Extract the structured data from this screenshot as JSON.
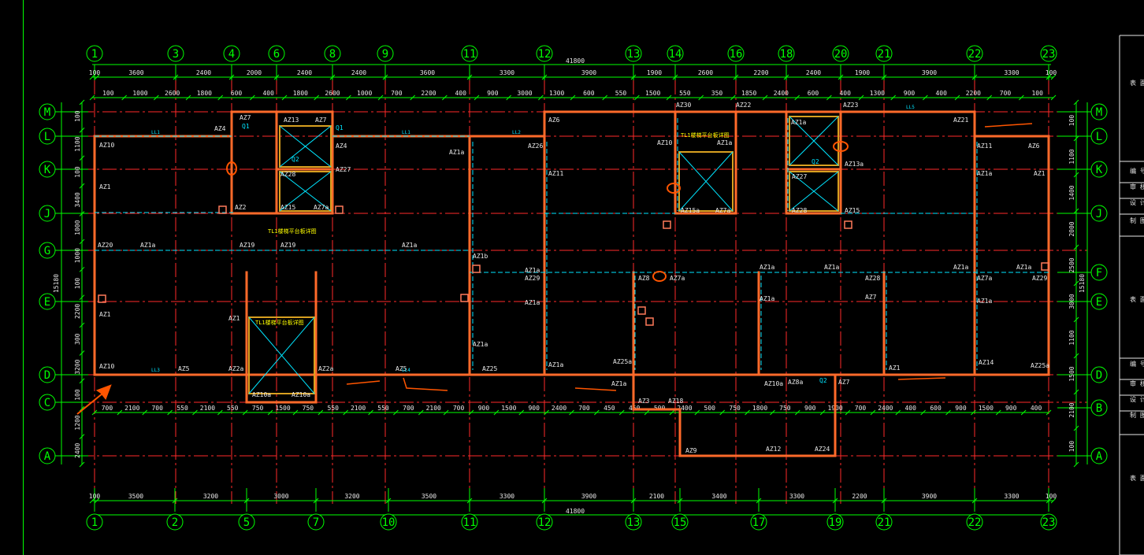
{
  "colors": {
    "background": "#000000",
    "axis": "#00ff00",
    "grid": "#ff2a2a",
    "wall": "#ff6a2a",
    "wall_fill": "#d8a020",
    "cyan": "#00e5ff",
    "yellow": "#ffff00",
    "markup": "#ff5500",
    "white": "#e8e8e8"
  },
  "axes": {
    "top": [
      "1",
      "3",
      "4",
      "6",
      "8",
      "9",
      "11",
      "12",
      "13",
      "14",
      "16",
      "18",
      "20",
      "21",
      "22",
      "23"
    ],
    "bottom": [
      "1",
      "2",
      "5",
      "7",
      "10",
      "11",
      "12",
      "13",
      "15",
      "17",
      "19",
      "21",
      "22",
      "23"
    ],
    "left": [
      "M",
      "L",
      "K",
      "J",
      "G",
      "E",
      "D",
      "C",
      "A"
    ],
    "right": [
      "M",
      "L",
      "K",
      "J",
      "F",
      "E",
      "D",
      "B",
      "A"
    ]
  },
  "dimensions": {
    "overall_top": "41800",
    "overall_bottom": "41800",
    "top_spans": [
      "100",
      "3600",
      "2400",
      "2000",
      "2400",
      "2400",
      "3600",
      "3300",
      "3900",
      "1900",
      "2600",
      "2200",
      "2400",
      "1900",
      "3900",
      "3300",
      "100"
    ],
    "top_details": [
      "100",
      "1000",
      "2600",
      "1800",
      "600",
      "400",
      "1800",
      "2600",
      "1000",
      "700",
      "2200",
      "400",
      "900",
      "3000",
      "1300",
      "600",
      "550",
      "1500",
      "550",
      "350",
      "1850",
      "2400",
      "600",
      "400",
      "1300",
      "900",
      "400",
      "2200",
      "700",
      "100"
    ],
    "bottom_spans": [
      "100",
      "3500",
      "3200",
      "3000",
      "3200",
      "3500",
      "3300",
      "3900",
      "2100",
      "3400",
      "3300",
      "2200",
      "3900",
      "3300",
      "100"
    ],
    "bottom_details": [
      "700",
      "2100",
      "700",
      "550",
      "2100",
      "550",
      "750",
      "1500",
      "750",
      "550",
      "2100",
      "550",
      "700",
      "2100",
      "700",
      "900",
      "1500",
      "900",
      "2400",
      "700",
      "450",
      "450",
      "500",
      "2400",
      "500",
      "750",
      "1800",
      "750",
      "900",
      "1900",
      "700",
      "2400",
      "400",
      "600",
      "900",
      "1500",
      "900",
      "400"
    ],
    "left_total": "15180",
    "left_spans": [
      "100",
      "1100",
      "100",
      "3400",
      "1000",
      "1000",
      "100",
      "2200",
      "300",
      "3200",
      "100",
      "1200",
      "2400"
    ],
    "right_total": "15180",
    "right_spans": [
      "100",
      "1100",
      "1400",
      "2000",
      "2500",
      "3000",
      "1100",
      "1500",
      "2100",
      "100"
    ]
  },
  "labels": {
    "columns": [
      "AZ7",
      "AZ13",
      "AZ7",
      "AZ4",
      "AZ4",
      "AZ27",
      "AZ28",
      "AZ2",
      "AZ15",
      "AZ7a",
      "AZ10",
      "AZ1",
      "AZ1",
      "AZ20",
      "AZ1a",
      "AZ19",
      "AZ19",
      "AZ1a",
      "AZ1b",
      "AZ1",
      "AZ10",
      "AZ5",
      "AZ2a",
      "AZ10a",
      "AZ10a",
      "AZ2a",
      "AZ5",
      "AZ25",
      "AZ1a",
      "AZ1a",
      "AZ29",
      "AZ1a",
      "AZ26",
      "AZ6",
      "AZ11",
      "AZ1a",
      "AZ25a",
      "AZ1a",
      "AZ3",
      "AZ18",
      "AZ9",
      "AZ12",
      "AZ24",
      "AZ10a",
      "AZ7",
      "AZ8a",
      "AZ1",
      "AZ14",
      "AZ25a",
      "AZ30",
      "AZ22",
      "AZ23",
      "AZ21",
      "AZ11",
      "AZ6",
      "AZ10",
      "AZ1a",
      "AZ1",
      "AZ1a",
      "AZ1a",
      "AZ13a",
      "AZ27",
      "AZ28",
      "AZ15",
      "AZ15a",
      "AZ7a",
      "AZ7a",
      "AZ8",
      "AZ1a",
      "AZ1a",
      "AZ28",
      "AZ7a",
      "AZ29",
      "AZ7",
      "AZ1a",
      "AZ1a",
      "AZ1a",
      "AZ1a",
      "AZ1a"
    ],
    "beams": [
      "LL1",
      "LL1",
      "LL2",
      "LL3",
      "LL4",
      "LL5"
    ],
    "stair_notes": [
      "TL1楼梯平台板详图",
      "TL1楼梯平台板详图",
      "TL1楼梯平台板详图"
    ],
    "openings": [
      "Q1",
      "Q1",
      "Q2",
      "Q2",
      "Q2"
    ]
  },
  "title_block": {
    "rows": [
      "表 面",
      "编 号",
      "审 核",
      "设 计",
      "制 图",
      "表 面",
      "编 号",
      "审 核",
      "设 计",
      "制 图",
      "表 面"
    ]
  }
}
